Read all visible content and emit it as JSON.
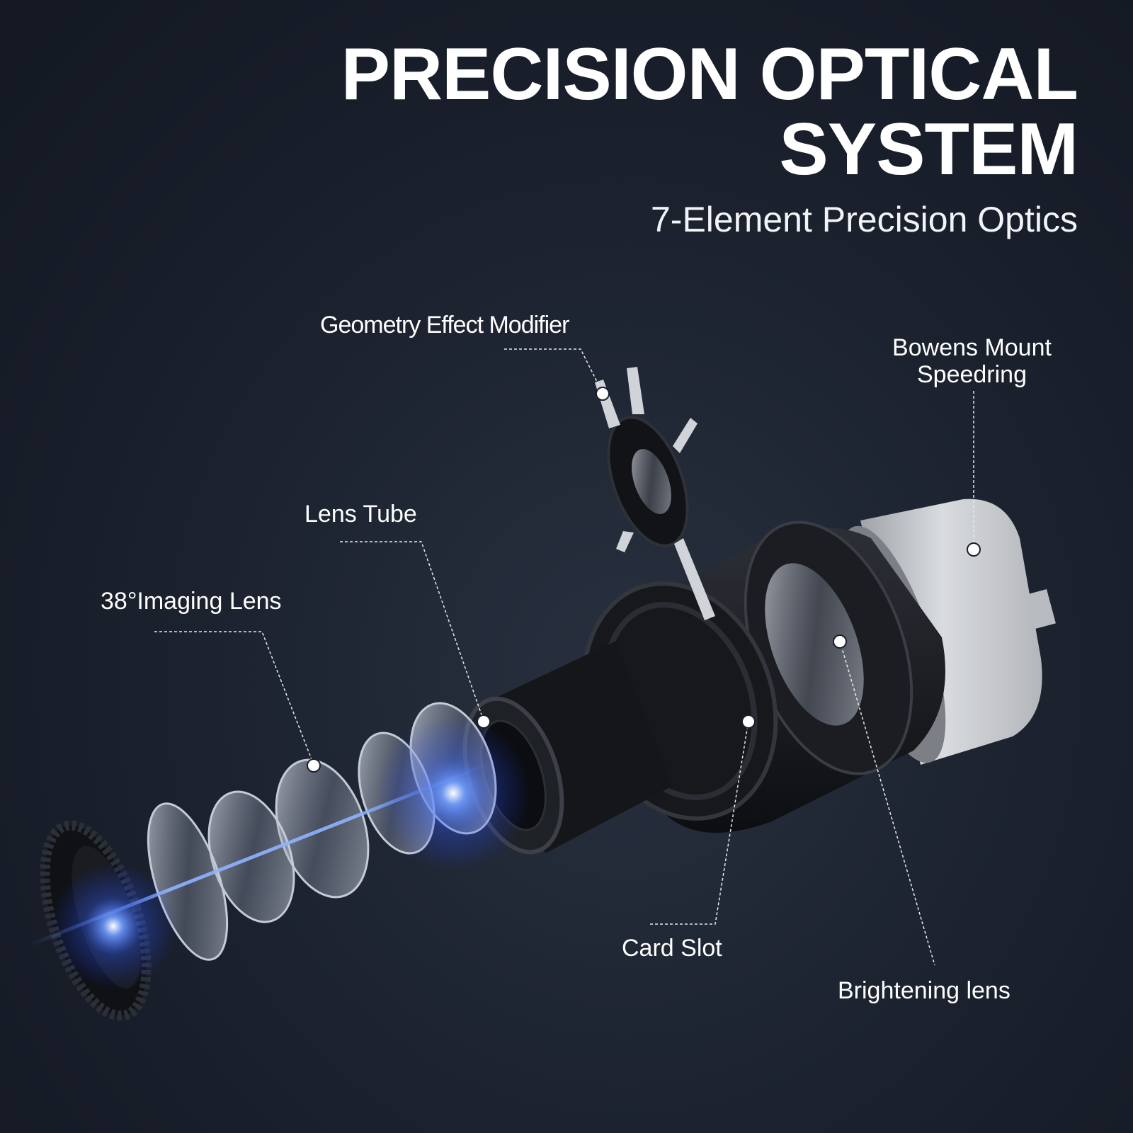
{
  "header": {
    "title_line1": "PRECISION OPTICAL",
    "title_line2": "SYSTEM",
    "subtitle": "7-Element Precision Optics"
  },
  "callouts": {
    "geometry_modifier": "Geometry Effect Modifier",
    "bowens_mount": "Bowens Mount Speedring",
    "lens_tube": "Lens Tube",
    "imaging_lens": "38°Imaging Lens",
    "card_slot": "Card Slot",
    "brightening_lens": "Brightening lens"
  },
  "colors": {
    "background": "#1a202c",
    "text": "#ffffff",
    "glow": "#3a6bff",
    "body_black": "#15171b",
    "mount_gray": "#c9cccf"
  }
}
